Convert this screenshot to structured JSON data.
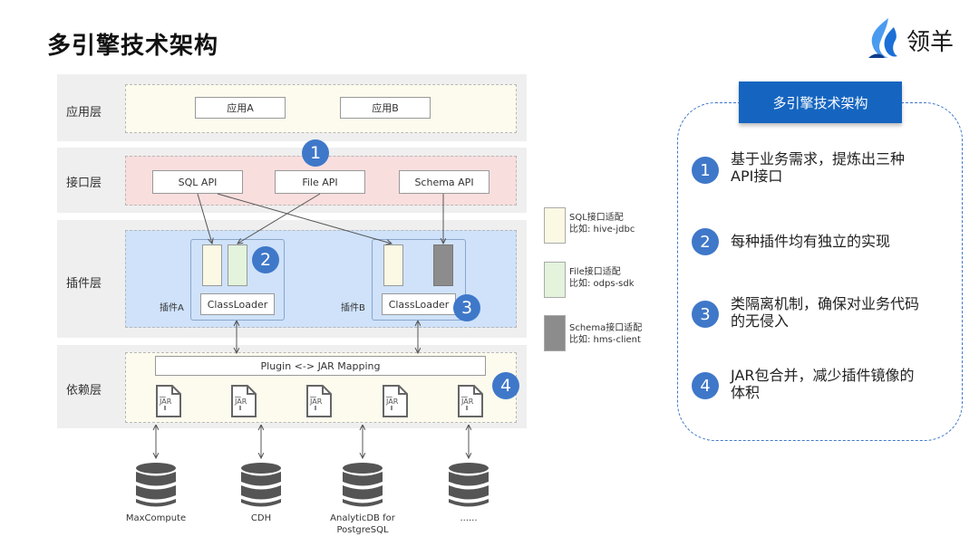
{
  "title": "多引擎技术架构",
  "logo": {
    "text": "领羊",
    "icon": "flame-logo-icon"
  },
  "layers": {
    "app": {
      "label": "应用层",
      "boxes": [
        "应用A",
        "应用B"
      ]
    },
    "interface": {
      "label": "接口层",
      "boxes": [
        "SQL API",
        "File API",
        "Schema API"
      ]
    },
    "plugin": {
      "label": "插件层",
      "plugin_a": "插件A",
      "plugin_b": "插件B",
      "classloader": "ClassLoader"
    },
    "dependency": {
      "label": "依赖层",
      "mapping": "Plugin <-> JAR Mapping",
      "jar_label": "JAR"
    }
  },
  "markers": [
    "1",
    "2",
    "3",
    "4"
  ],
  "legend": [
    {
      "line1": "SQL接口适配",
      "line2": "比如: hive-jdbc",
      "color": "#fbf8e4"
    },
    {
      "line1": "File接口适配",
      "line2": "比如: odps-sdk",
      "color": "#e3f3dc"
    },
    {
      "line1": "Schema接口适配",
      "line2": "比如: hms-client",
      "color": "#8c8c8c"
    }
  ],
  "databases": [
    {
      "line1": "MaxCompute",
      "line2": ""
    },
    {
      "line1": "CDH",
      "line2": ""
    },
    {
      "line1": "AnalyticDB for",
      "line2": "PostgreSQL"
    },
    {
      "line1": "......",
      "line2": ""
    }
  ],
  "panel": {
    "title": "多引擎技术架构",
    "items": [
      {
        "num": "1",
        "line1": "基于业务需求，提炼出三种",
        "line2": "API接口"
      },
      {
        "num": "2",
        "line1": "每种插件均有独立的实现",
        "line2": ""
      },
      {
        "num": "3",
        "line1": "类隔离机制，确保对业务代码",
        "line2": "的无侵入"
      },
      {
        "num": "4",
        "line1": "JAR包合并，减少插件镜像的",
        "line2": "体积"
      }
    ]
  },
  "colors": {
    "accent": "#3f78c9",
    "panel_title_bg": "#1565c0",
    "app_bg": "#fdfbee",
    "interface_bg": "#f9dede",
    "plugin_bg": "#cfe2fa",
    "dependency_bg": "#fdfbee"
  }
}
